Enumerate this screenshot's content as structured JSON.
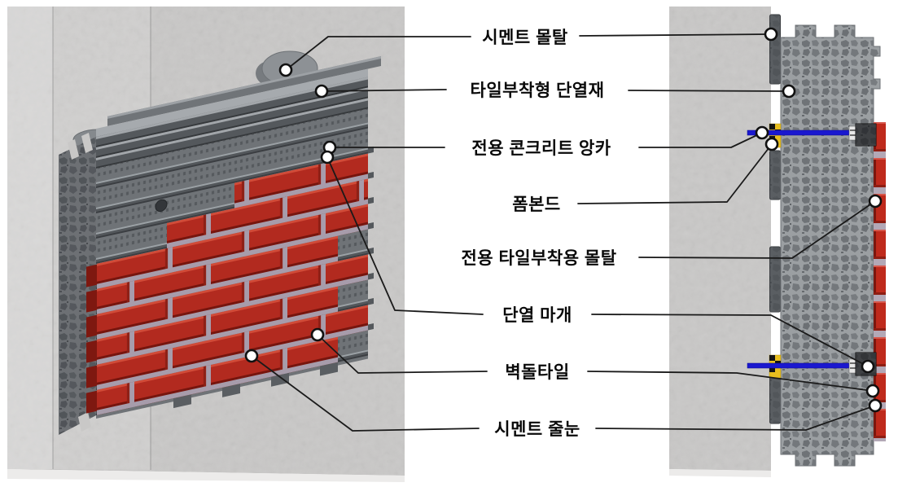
{
  "labels": [
    {
      "id": "cement-mortar",
      "text": "시멘트 몰탈"
    },
    {
      "id": "tile-attach-insulation",
      "text": "타일부착형 단열재"
    },
    {
      "id": "concrete-anchor",
      "text": "전용 콘크리트 앙카"
    },
    {
      "id": "foam-bond",
      "text": "폼본드"
    },
    {
      "id": "tile-adhesive-mortar",
      "text": "전용 타일부착용 몰탈"
    },
    {
      "id": "insulation-plug",
      "text": "단열 마개"
    },
    {
      "id": "brick-tile",
      "text": "벽돌타일"
    },
    {
      "id": "cement-joint",
      "text": "시멘트 줄눈"
    }
  ],
  "colors": {
    "brick_red": "#bf2a1c",
    "brick_shadow": "#7c170e",
    "joint_purple": "#b3a8b6",
    "anchor_blue": "#1a18cf",
    "foam_yellow": "#e9bf1f",
    "insulation_gray": "#9b9fa2",
    "pebble_gray": "#70747a",
    "mortar_dark": "#45494d",
    "concrete_light": "#c9c8c7",
    "panel_rail": "#54585c",
    "leader_line": "#1a1a1a"
  }
}
